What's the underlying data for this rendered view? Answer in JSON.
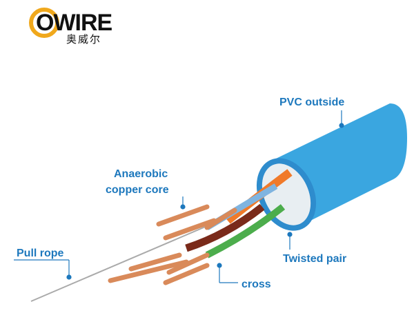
{
  "logo": {
    "brand": "OWIRE",
    "subtitle": "奥威尔"
  },
  "labels": {
    "pvc": "PVC outside",
    "anaerobic_line1": "Anaerobic",
    "anaerobic_line2": "copper core",
    "pull_rope": "Pull rope",
    "twisted_pair": "Twisted pair",
    "cross": "cross"
  },
  "colors": {
    "label": "#1d78bd",
    "jacket": "#3aa6e0",
    "copper": "#d98a5a",
    "logo_ring": "#f0a81c"
  }
}
